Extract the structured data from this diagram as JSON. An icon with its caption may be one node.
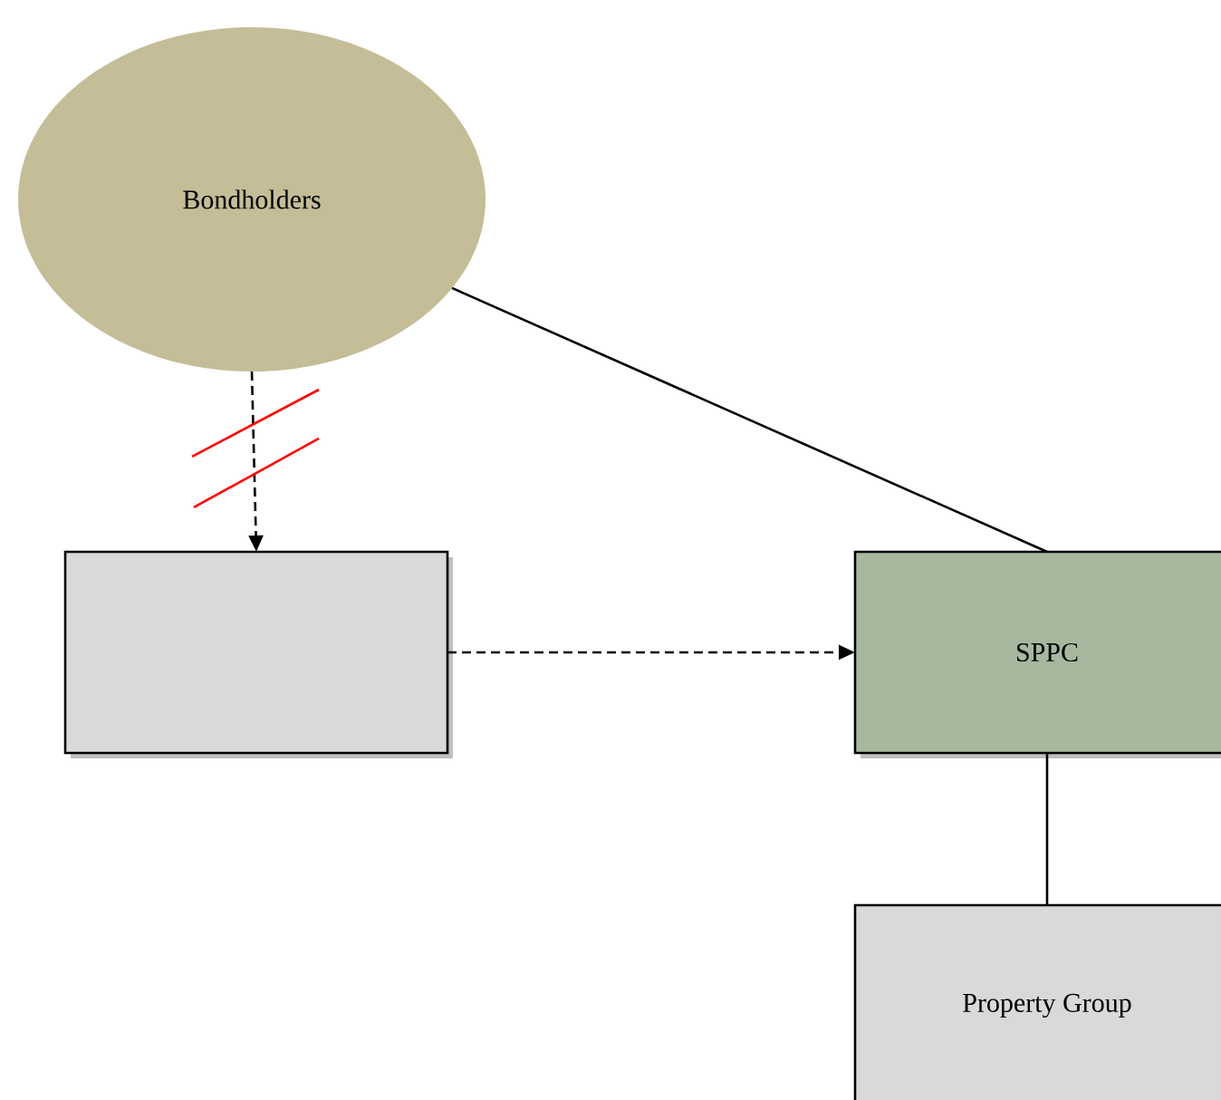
{
  "diagram": {
    "nodes": [
      {
        "text": [
          "Bondholders"
        ]
      },
      {
        "text": [],
        "shape": "box"
      },
      {
        "text": [
          "SPPC"
        ]
      },
      {
        "text": [
          "Property Group"
        ]
      }
    ],
    "edges": [
      {
        "from": 0,
        "to": 1,
        "arrow": "to",
        "style": "dashed"
      },
      {
        "from": 1,
        "to": 2,
        "arrow": "to",
        "style": "dashed"
      },
      {
        "from": 0,
        "to": 2,
        "arrow": "none"
      },
      {
        "from": 2,
        "to": 3,
        "arrow": "none"
      }
    ]
  }
}
